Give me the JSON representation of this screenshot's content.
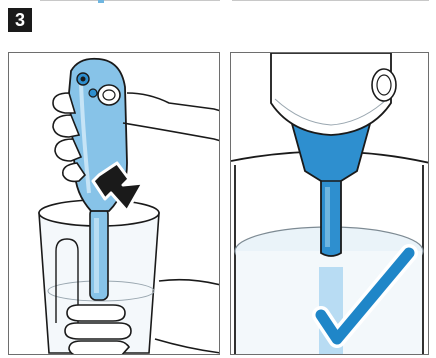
{
  "step": {
    "number": "3"
  },
  "colors": {
    "frame": "#6e6e6e",
    "blender_blue": "#87c3e8",
    "shaft_blue": "#2e8fcf",
    "outline": "#1a1a1a",
    "check_blue": "#1f86c8",
    "liquid_blue": "#b8dcf3"
  },
  "illustrations": [
    {
      "id": "insert",
      "icon": "arrow-down-icon",
      "depicts": "hand-blender-into-beaker"
    },
    {
      "id": "immersed",
      "icon": "checkmark-icon",
      "depicts": "blade-shaft-immersed"
    }
  ]
}
